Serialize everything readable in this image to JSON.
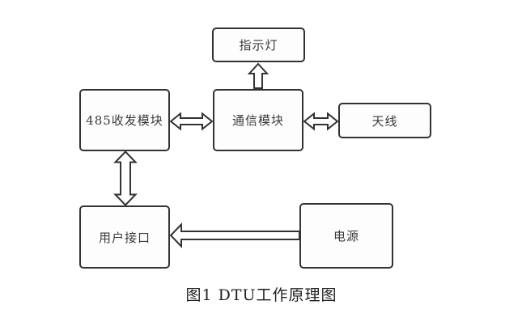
{
  "figure": {
    "caption": "图1 DTU工作原理图"
  },
  "diagram": {
    "nodes": [
      {
        "id": "indicator-light",
        "label": "指示灯"
      },
      {
        "id": "rs485-transceiver",
        "label": "485收发模块"
      },
      {
        "id": "comm-module",
        "label": "通信模块"
      },
      {
        "id": "antenna",
        "label": "天线"
      },
      {
        "id": "user-interface",
        "label": "用户接口"
      },
      {
        "id": "power-supply",
        "label": "电源"
      }
    ],
    "edges": [
      {
        "from": "通信模块",
        "to": "指示灯",
        "type": "one-way"
      },
      {
        "from": "485收发模块",
        "to": "通信模块",
        "type": "two-way"
      },
      {
        "from": "通信模块",
        "to": "天线",
        "type": "two-way"
      },
      {
        "from": "485收发模块",
        "to": "用户接口",
        "type": "two-way"
      },
      {
        "from": "电源",
        "to": "用户接口",
        "type": "one-way"
      }
    ],
    "colors": {
      "line": "#333333",
      "box_fill": "#ffffff",
      "background": "#ffffff",
      "text": "#333333"
    }
  }
}
